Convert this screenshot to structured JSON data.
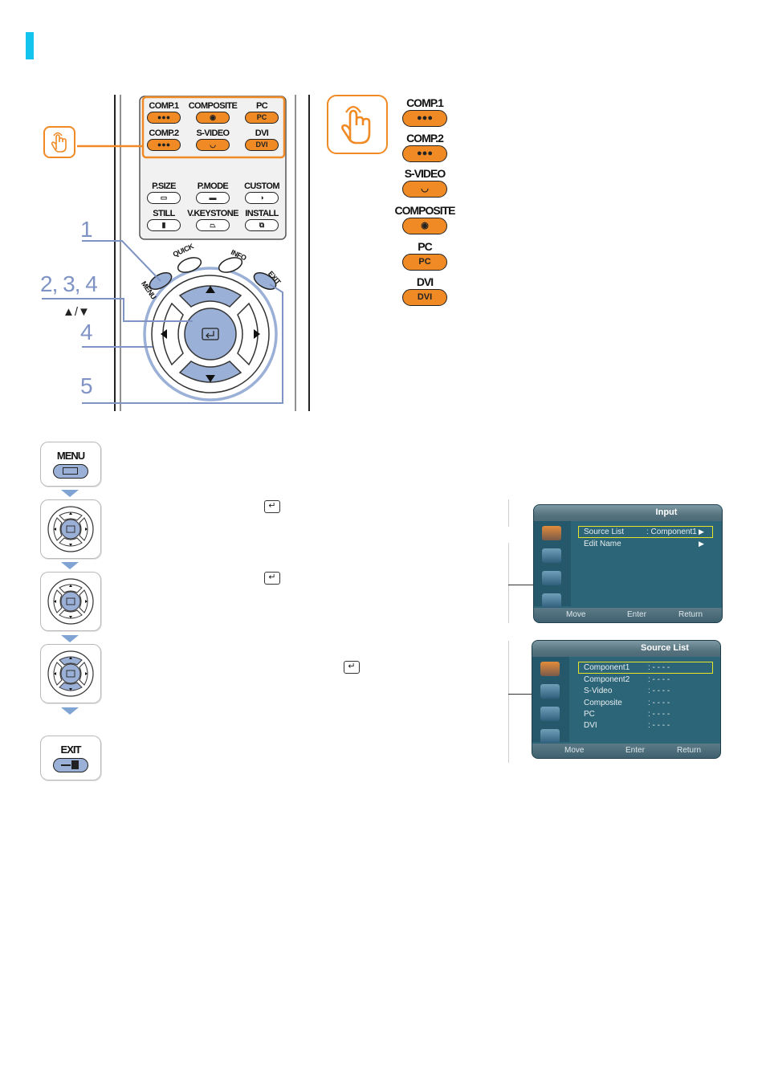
{
  "remote": {
    "source_buttons": [
      {
        "label": "COMP.1",
        "glyph": "●●●"
      },
      {
        "label": "COMPOSITE",
        "glyph": "◉"
      },
      {
        "label": "PC",
        "glyph": "PC"
      },
      {
        "label": "COMP.2",
        "glyph": "●●●"
      },
      {
        "label": "S-VIDEO",
        "glyph": "◡"
      },
      {
        "label": "DVI",
        "glyph": "DVI"
      }
    ],
    "function_buttons": [
      {
        "label": "P.SIZE",
        "glyph": "▭"
      },
      {
        "label": "P.MODE",
        "glyph": "▬"
      },
      {
        "label": "CUSTOM",
        "glyph": "◑"
      },
      {
        "label": "STILL",
        "glyph": "▮"
      },
      {
        "label": "V.KEYSTONE",
        "glyph": "⏢"
      },
      {
        "label": "INSTALL",
        "glyph": "⧉"
      }
    ],
    "small_labels": {
      "menu": "MENU",
      "quick": "QUICK",
      "info": "INFO",
      "exit": "EXIT"
    },
    "step_numbers": [
      "1",
      "2, 3, 4",
      "4",
      "5"
    ],
    "arrow_note": "▲/▼"
  },
  "input_list": [
    {
      "label": "COMP.1",
      "glyph": "●●●"
    },
    {
      "label": "COMP.2",
      "glyph": "●●●"
    },
    {
      "label": "S-VIDEO",
      "glyph": "◡"
    },
    {
      "label": "COMPOSITE",
      "glyph": "◉"
    },
    {
      "label": "PC",
      "glyph": "PC"
    },
    {
      "label": "DVI",
      "glyph": "DVI"
    }
  ],
  "steps": {
    "menu_label": "MENU",
    "exit_label": "EXIT"
  },
  "osd_input": {
    "title": "Input",
    "rows": [
      {
        "label": "Source List",
        "value": ": Component1",
        "arrow": "▶"
      },
      {
        "label": "Edit Name",
        "value": "",
        "arrow": "▶"
      }
    ],
    "footer": [
      "Move",
      "Enter",
      "Return"
    ]
  },
  "osd_source": {
    "title": "Source List",
    "rows": [
      {
        "label": "Component1",
        "value": ": - - - -"
      },
      {
        "label": "Component2",
        "value": ": - - - -"
      },
      {
        "label": "S-Video",
        "value": ": - - - -"
      },
      {
        "label": "Composite",
        "value": ": - - - -"
      },
      {
        "label": "PC",
        "value": ": - - - -"
      },
      {
        "label": "DVI",
        "value": ": - - - -"
      }
    ],
    "footer": [
      "Move",
      "Enter",
      "Return"
    ]
  },
  "colors": {
    "accent": "#13c4ee",
    "orange": "#f08a24",
    "step_blue": "#7f93c4",
    "osd_bg": "#2b6577",
    "highlight": "#e9e32a"
  }
}
